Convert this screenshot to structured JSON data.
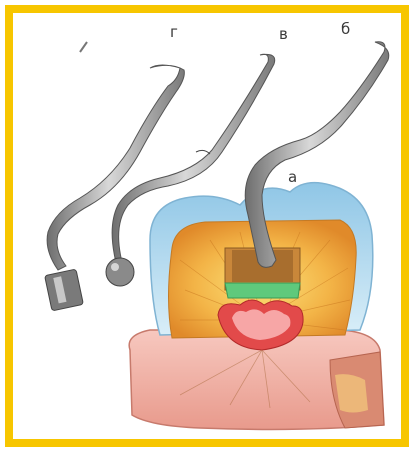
{
  "labels": {
    "g": "г",
    "v": "в",
    "b": "б",
    "a": "а"
  },
  "colors": {
    "border": "#f7c600",
    "enamel": "#a9d4ea",
    "dentin": "#f2a93a",
    "pulp": "#e24a4a",
    "filling": "#5fc97c",
    "gum": "#f2b6ae",
    "instrument": "#9a9a9a"
  },
  "icons": [
    "tooth-cross-section-illustration",
    "dental-instrument-g",
    "dental-instrument-v",
    "dental-instrument-b"
  ]
}
